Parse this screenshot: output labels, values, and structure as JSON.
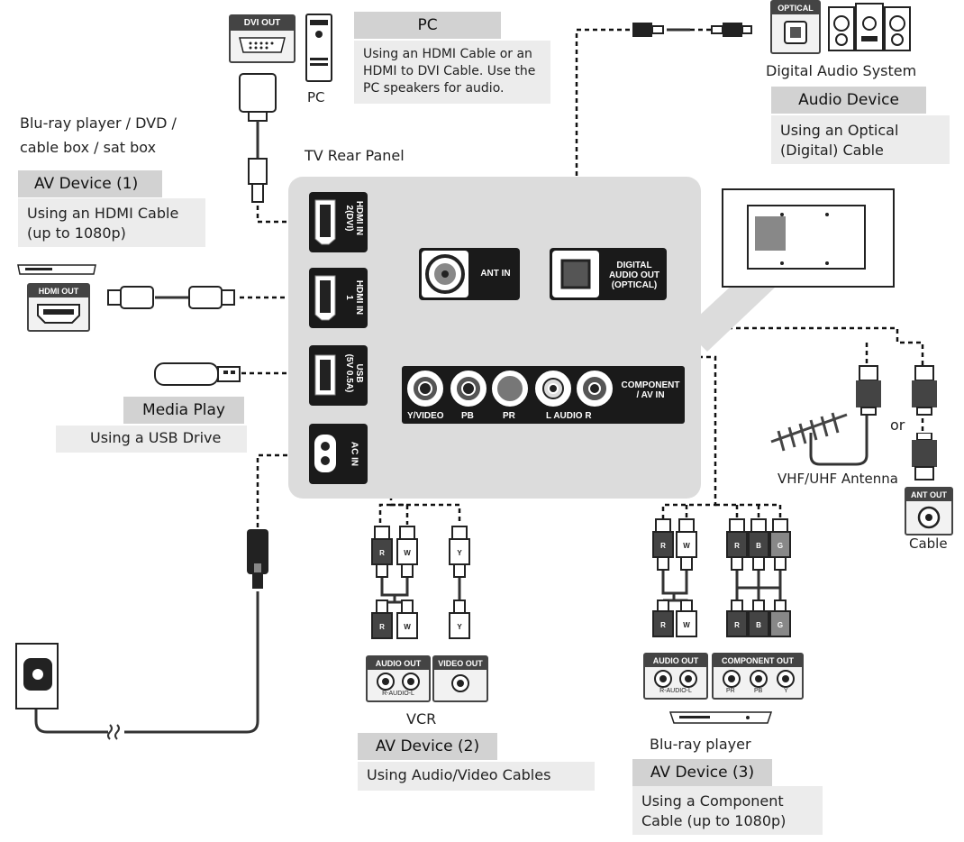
{
  "pc": {
    "port_label": "DVI OUT",
    "device_label": "PC",
    "title": "PC",
    "desc": [
      "Using an HDMI Cable or an",
      "HDMI to DVI Cable. Use the",
      "PC speakers for audio."
    ]
  },
  "audio": {
    "port_label": "OPTICAL",
    "device_label": "Digital Audio System",
    "title": "Audio Device",
    "desc": [
      "Using an Optical",
      "(Digital) Cable"
    ]
  },
  "av1": {
    "device_label": [
      "Blu-ray player / DVD /",
      "cable box / sat box"
    ],
    "title": "AV Device (1)",
    "desc": [
      "Using an HDMI Cable",
      "(up to 1080p)"
    ],
    "port_label": "HDMI OUT"
  },
  "panel": {
    "title": "TV Rear Panel",
    "hdmi2": "HDMI IN\n2(DVI)",
    "hdmi1": "HDMI IN\n1",
    "usb": "USB\n(5V 0.5A)",
    "ac": "AC IN",
    "ant": "ANT IN",
    "digital": "DIGITAL\nAUDIO OUT\n(OPTICAL)",
    "component": "COMPONENT\n/ AV IN",
    "jack_labels": [
      "Y/VIDEO",
      "PB",
      "PR",
      "L AUDIO R"
    ]
  },
  "media": {
    "title": "Media Play",
    "desc": "Using a USB Drive"
  },
  "antenna": {
    "label": "VHF/UHF Antenna",
    "or": "or",
    "cable_port": "ANT OUT",
    "cable_label": "Cable"
  },
  "av2": {
    "audio_out": "AUDIO OUT",
    "audio_sub": "R-AUDIO-L",
    "video_out": "VIDEO OUT",
    "device_label": "VCR",
    "title": "AV Device (2)",
    "desc": "Using Audio/Video Cables",
    "plug_letters": [
      "R",
      "W",
      "Y"
    ]
  },
  "av3": {
    "audio_out": "AUDIO OUT",
    "audio_sub": "R-AUDIO-L",
    "component_out": "COMPONENT OUT",
    "component_sub": [
      "PR",
      "PB",
      "Y"
    ],
    "device_label": "Blu-ray player",
    "title": "AV Device (3)",
    "desc": [
      "Using a Component",
      "Cable (up to 1080p)"
    ],
    "plug_letters": [
      "R",
      "W",
      "R",
      "B",
      "G"
    ]
  }
}
